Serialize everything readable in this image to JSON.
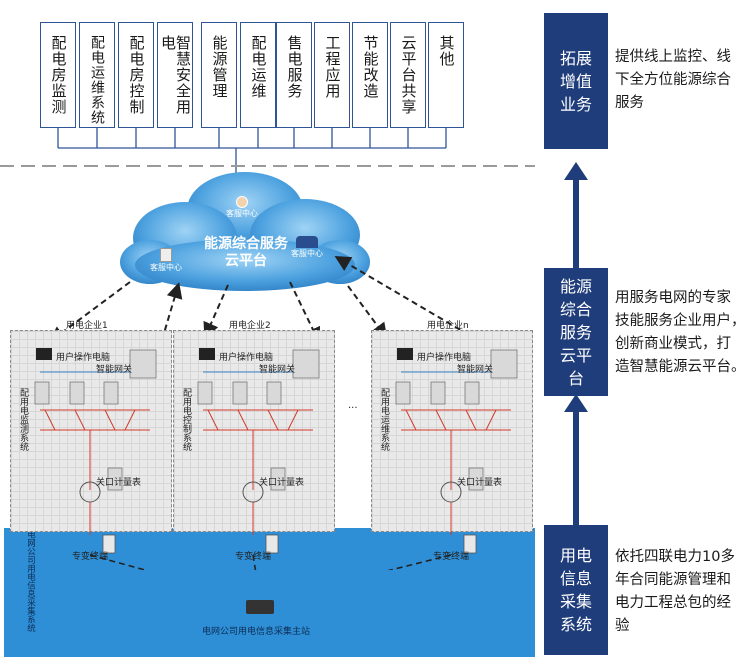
{
  "services": [
    "配电房监测",
    "配电运维系统",
    "配电房控制",
    "智慧安全用电",
    "能源管理",
    "配电运维",
    "售电服务",
    "工程应用",
    "节能改造",
    "云平台共享",
    "其他"
  ],
  "cloud": {
    "title_line1": "能源综合服务",
    "title_line2": "云平台",
    "customer_center": "客服中心"
  },
  "enterprises": [
    {
      "name": "用电企业1",
      "system": "配用电监测系统"
    },
    {
      "name": "用电企业2",
      "system": "配用电控制系统"
    },
    {
      "name": "用电企业n",
      "system": "配用电运维系统"
    }
  ],
  "panel_labels": {
    "user_pc": "用户操作电脑",
    "gateway": "智能网关",
    "meter": "关口计量表",
    "transformer": "专变终端"
  },
  "ellipsis": "...",
  "grid_side_label": "电网公司用电信息采集系统",
  "master_station": "电网公司用电信息采集主站",
  "right_labels": [
    {
      "box": "拓展\n增值\n业务",
      "desc": "提供线上监控、线\n下全方位能源综合\n服务"
    },
    {
      "box": "能源\n综合\n服务\n云平\n台",
      "desc": "用服务电网的专家\n技能服务企业用户，\n创新商业模式，打\n造智慧能源云平台。"
    },
    {
      "box": "用电\n信息\n采集\n系统",
      "desc": "依托四联电力10多\n年合同能源管理和\n电力工程总包的经\n验"
    }
  ],
  "colors": {
    "accent": "#1f3d7a",
    "box_border": "#2f5597",
    "band": "#2e8fd6",
    "cloud": "#4fa3e0"
  }
}
